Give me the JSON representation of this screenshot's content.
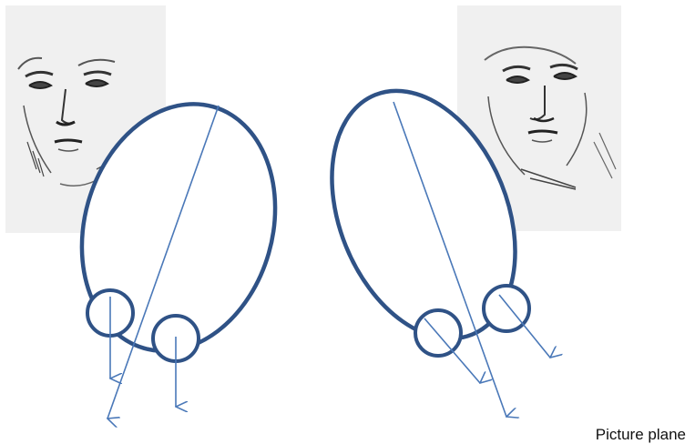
{
  "caption": {
    "text": "Picture plane"
  },
  "colors": {
    "outline": "#2f5286",
    "arrow": "#4a78b8",
    "portrait_bg": "#f0f0f0",
    "sketch_ink": "#333333"
  },
  "images": {
    "left_portrait": "pencil-sketch-portrait-front-face",
    "right_portrait": "pencil-sketch-portrait-three-quarter-face"
  }
}
